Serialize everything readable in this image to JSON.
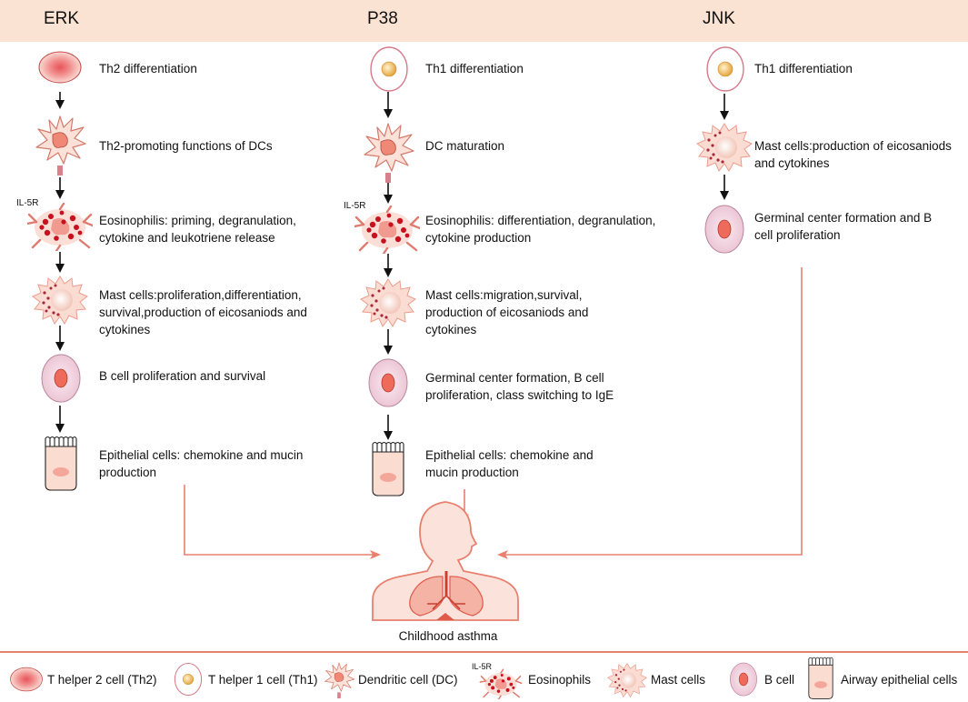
{
  "columns": [
    {
      "title": "ERK",
      "steps": [
        {
          "cell": "th2",
          "label": "Th2 differentiation"
        },
        {
          "cell": "dc",
          "label": "Th2-promoting functions of DCs"
        },
        {
          "cell": "eosinophil",
          "tag": "IL-5R",
          "label": "Eosinophilis: priming, degranulation, cytokine and leukotriene release"
        },
        {
          "cell": "mast",
          "label": "Mast cells:proliferation,differentiation, survival,production of eicosaniods and cytokines"
        },
        {
          "cell": "bcell",
          "label": "B cell proliferation and survival"
        },
        {
          "cell": "epithelial",
          "label": "Epithelial cells: chemokine and mucin production"
        }
      ]
    },
    {
      "title": "P38",
      "steps": [
        {
          "cell": "th1",
          "label": "Th1 differentiation"
        },
        {
          "cell": "dc",
          "label": "DC maturation"
        },
        {
          "cell": "eosinophil",
          "tag": "IL-5R",
          "label": "Eosinophilis: differentiation, degranulation, cytokine production"
        },
        {
          "cell": "mast",
          "label": "Mast cells:migration,survival, production of eicosaniods and cytokines"
        },
        {
          "cell": "bcell",
          "label": "Germinal center formation, B cell proliferation, class switching to IgE"
        },
        {
          "cell": "epithelial",
          "label": "Epithelial cells: chemokine and mucin production"
        }
      ]
    },
    {
      "title": "JNK",
      "steps": [
        {
          "cell": "th1",
          "label": "Th1 differentiation"
        },
        {
          "cell": "mast",
          "label": "Mast cells:production of eicosaniods and cytokines"
        },
        {
          "cell": "bcell",
          "label": "Germinal center formation and B cell proliferation"
        }
      ]
    }
  ],
  "outcome": {
    "label": "Childhood asthma"
  },
  "legend": [
    {
      "cell": "th2",
      "label": "T helper 2  cell (Th2)"
    },
    {
      "cell": "th1",
      "label": "T helper 1  cell (Th1)"
    },
    {
      "cell": "dc",
      "label": "Dendritic cell (DC)"
    },
    {
      "cell": "eosinophil",
      "tag": "IL-5R",
      "label": "Eosinophils"
    },
    {
      "cell": "mast",
      "label": "Mast cells"
    },
    {
      "cell": "bcell",
      "label": "B cell"
    },
    {
      "cell": "epithelial",
      "label": "Airway epithelial cells"
    }
  ],
  "colors": {
    "header": "#fae3d3",
    "arrow": "#111111",
    "flow": "#e8806e",
    "cell": "#f9d7cc"
  }
}
